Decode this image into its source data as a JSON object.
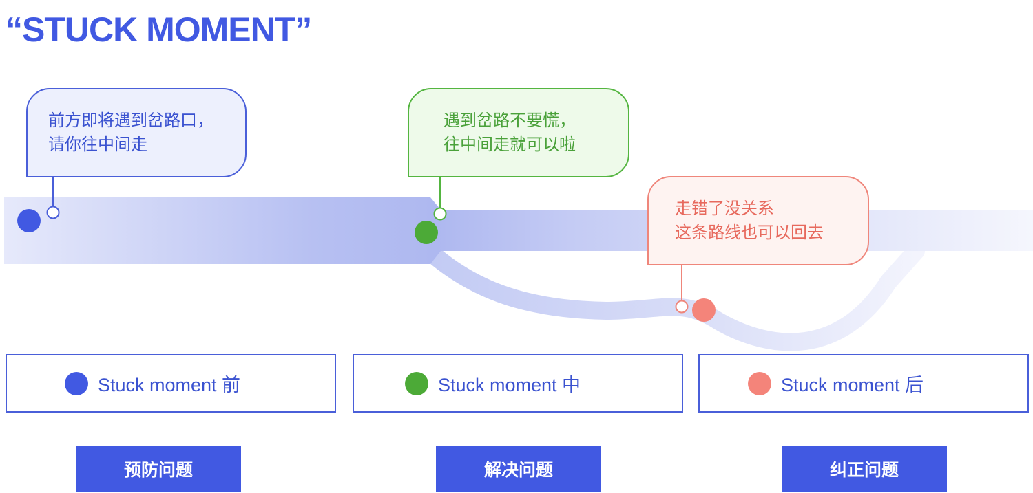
{
  "title": "“STUCK MOMENT”",
  "colors": {
    "blue": "#4159e2",
    "green": "#4caa37",
    "red": "#f4847a",
    "road": "#b9c2f4"
  },
  "bubbles": {
    "before": {
      "lines": [
        "前方即将遇到岔路口，",
        "请你往中间走"
      ]
    },
    "during": {
      "lines": [
        "遇到岔路不要慌，",
        "往中间走就可以啦"
      ]
    },
    "after": {
      "lines": [
        "走错了没关系",
        "这条路线也可以回去"
      ]
    }
  },
  "stages": [
    {
      "label": "Stuck moment 前",
      "color": "#4159e2"
    },
    {
      "label": "Stuck moment 中",
      "color": "#4caa37"
    },
    {
      "label": "Stuck moment 后",
      "color": "#f4847a"
    }
  ],
  "actions": [
    {
      "label": "预防问题"
    },
    {
      "label": "解决问题"
    },
    {
      "label": "纠正问题"
    }
  ]
}
